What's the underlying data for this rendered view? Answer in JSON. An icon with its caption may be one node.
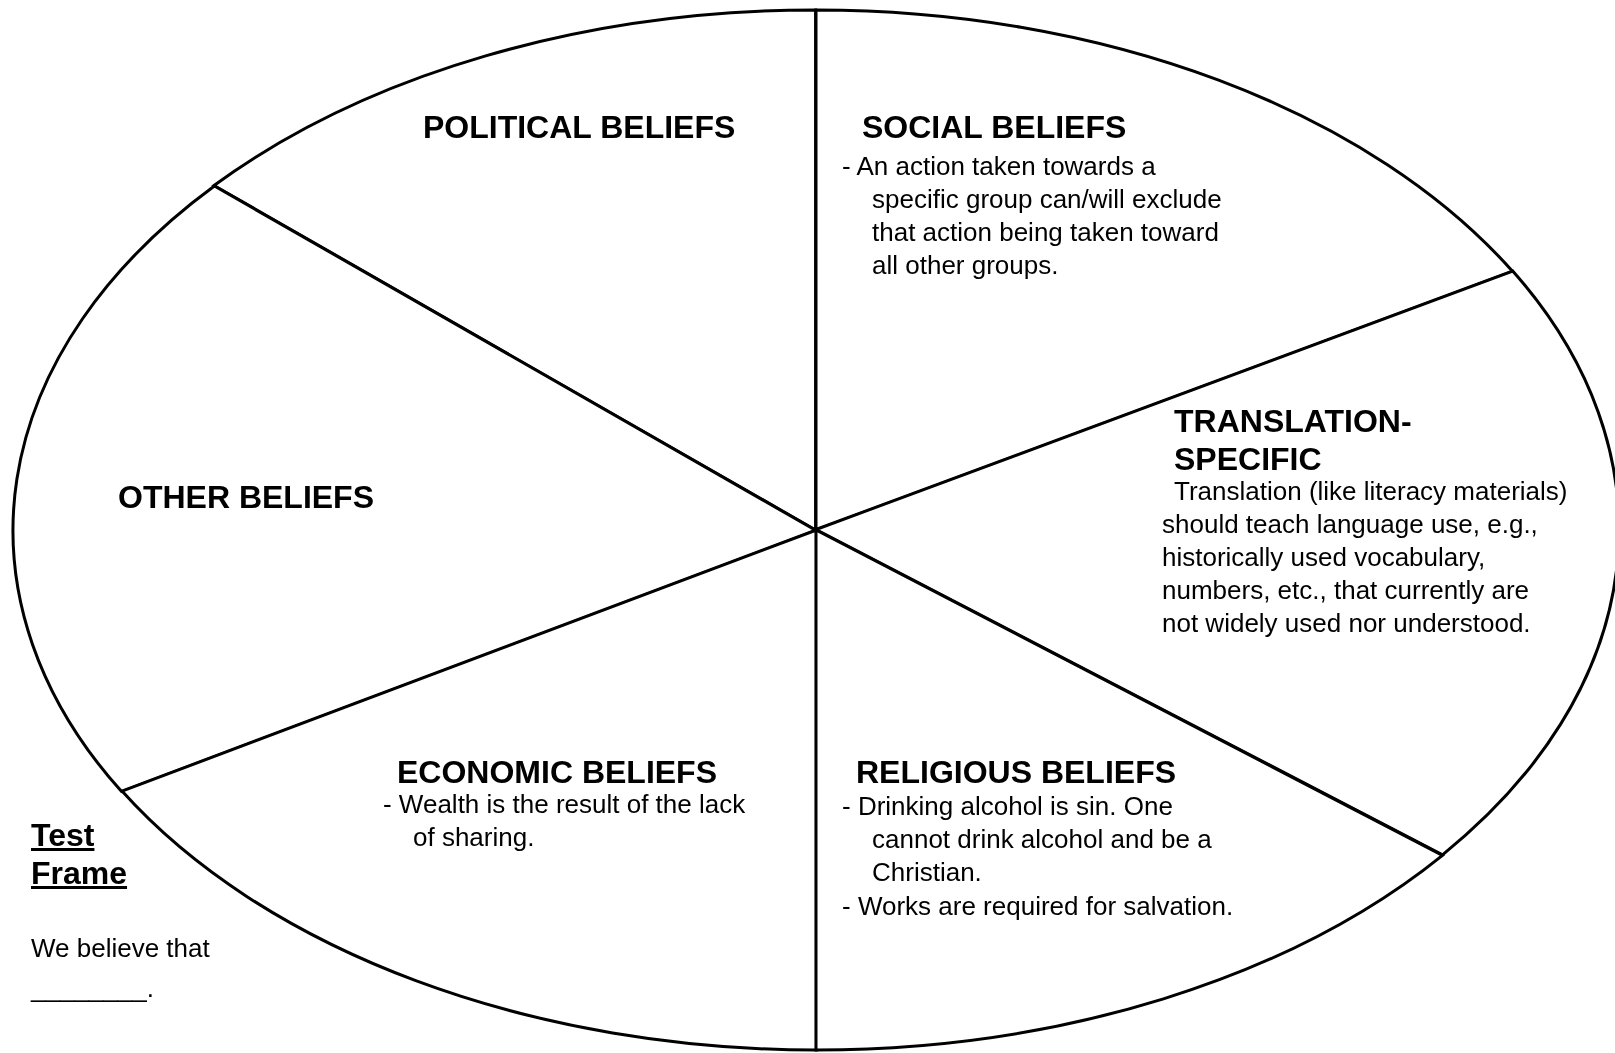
{
  "diagram": {
    "nodes": [
      {
        "text": [
          "POLITICAL BELIEFS"
        ]
      },
      {
        "text": [
          "SOCIAL BELIEFS",
          "- An action taken towards a specific group can/will exclude that action being taken toward all other groups."
        ]
      },
      {
        "text": [
          "OTHER BELIEFS"
        ]
      },
      {
        "text": [
          "TRANSLATION- SPECIFIC",
          "Translation (like literacy materials) should teach language use, e.g., historically used vocabulary, numbers, etc., that currently are not widely used nor understood."
        ]
      },
      {
        "text": [
          "ECONOMIC BELIEFS",
          "- Wealth is the result of the lack of sharing."
        ]
      },
      {
        "text": [
          "RELIGIOUS BELIEFS",
          "- Drinking alcohol is sin. One cannot drink alcohol and be a Christian.",
          "- Works are required for salvation."
        ]
      }
    ],
    "edges": [],
    "labels": [
      "Test Frame",
      "We believe that ________."
    ]
  }
}
